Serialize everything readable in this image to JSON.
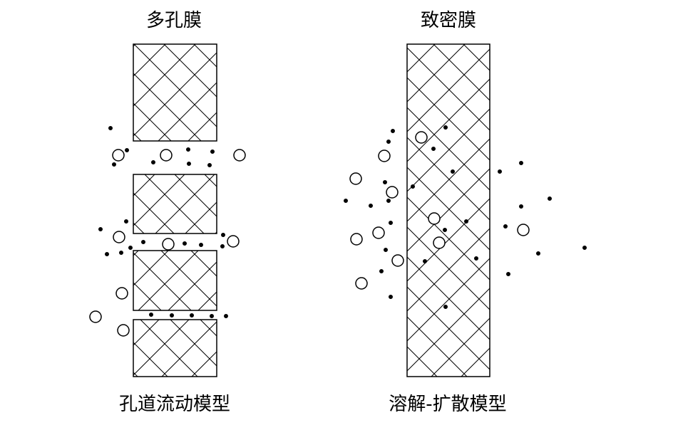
{
  "porous_membrane": {
    "title": "多孔膜",
    "caption": "孔道流动模型"
  },
  "dense_membrane": {
    "title": "致密膜",
    "caption": "溶解-扩散模型"
  },
  "colors": {
    "ink": "#000000",
    "background": "#ffffff"
  }
}
